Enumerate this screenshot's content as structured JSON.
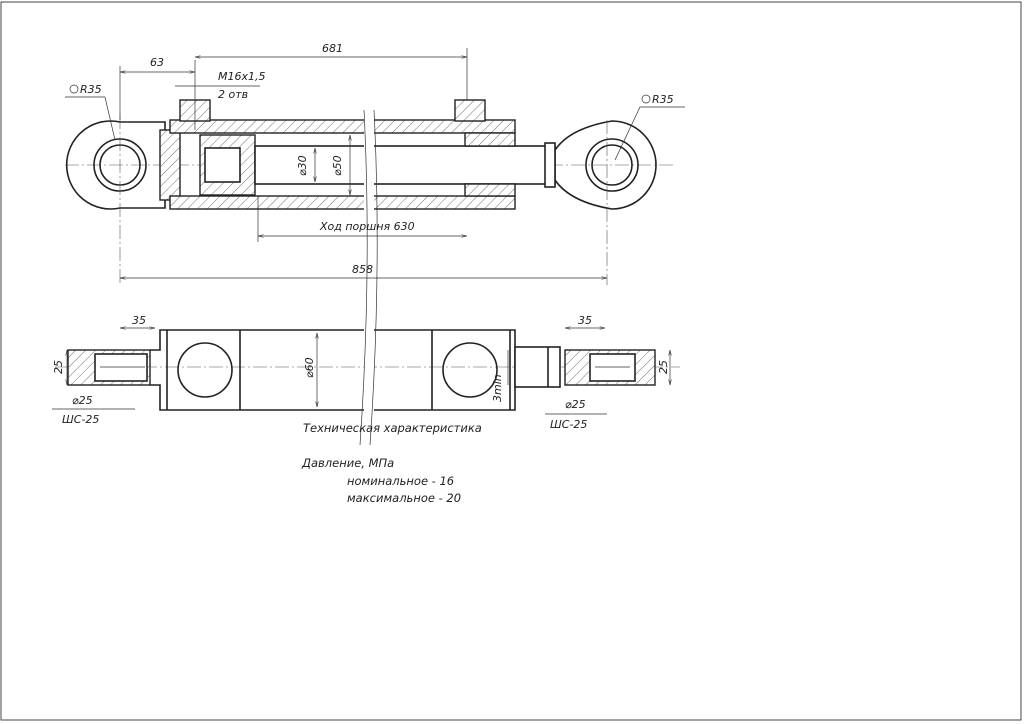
{
  "dimensions": {
    "d63": "63",
    "d681": "681",
    "thread": "M16x1,5",
    "holes": "2 отв",
    "r35_left": "R35",
    "r35_right": "R35",
    "dia30": "⌀30",
    "dia50": "⌀50",
    "stroke": "Ход поршня 630",
    "d858": "858",
    "d35_left": "35",
    "d35_right": "35",
    "d25_left": "25",
    "d25_right": "25",
    "dia60": "⌀60",
    "min3": "3min",
    "dia25_left": "⌀25",
    "dia25_right": "⌀25",
    "bearing_left": "ШС-25",
    "bearing_right": "ШС-25"
  },
  "notes": {
    "title": "Техническая характеристика",
    "pressure": "Давление, МПа",
    "nominal": "номинальное  -  16",
    "maximum": "максимальное - 20"
  }
}
